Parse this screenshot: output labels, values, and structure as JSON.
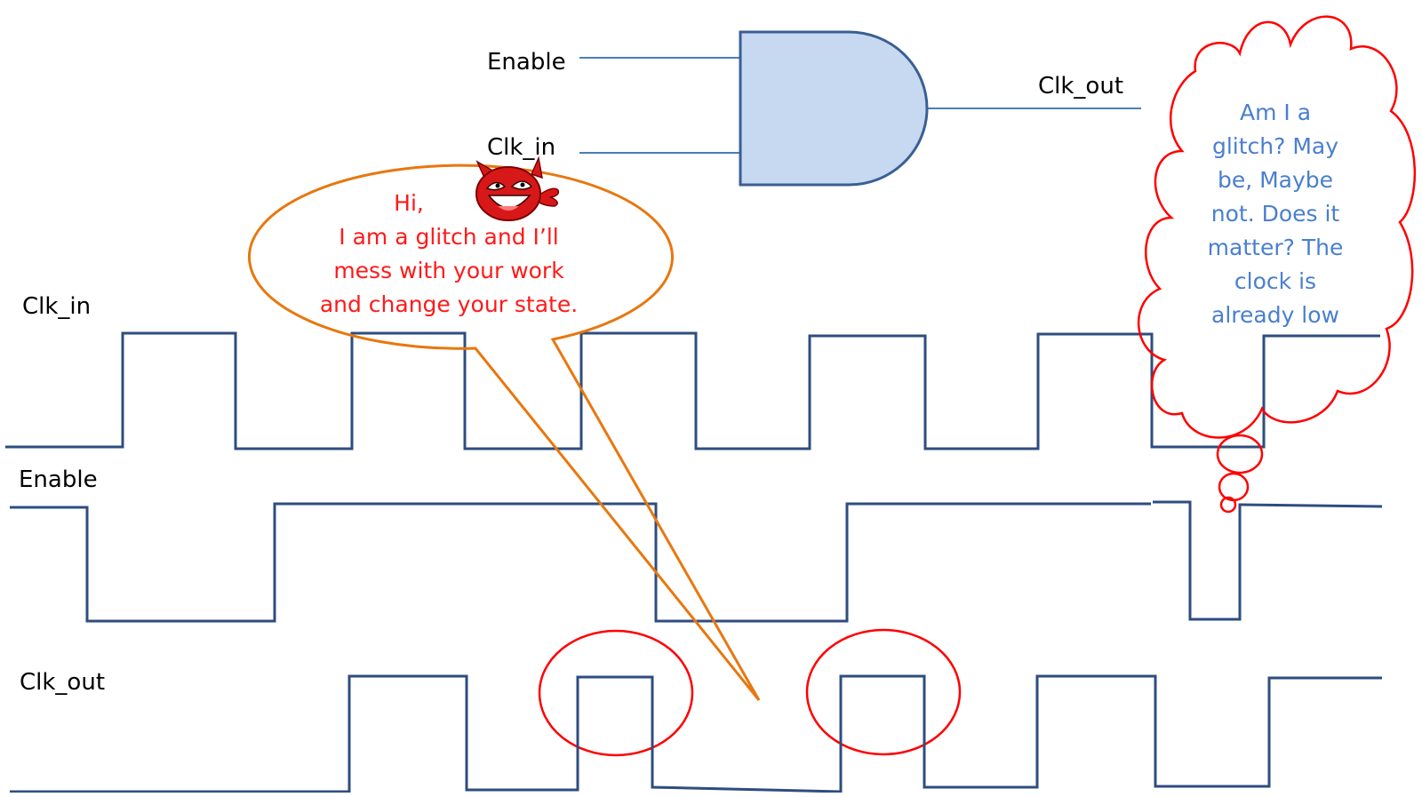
{
  "gate": {
    "input_enable": "Enable",
    "input_clk": "Clk_in",
    "output": "Clk_out"
  },
  "waveforms": {
    "clk_in_label": "Clk_in",
    "enable_label": "Enable",
    "clk_out_label": "Clk_out"
  },
  "speech_bubble": {
    "lines": [
      "Hi,",
      "I am a glitch and I’ll",
      "mess with your work",
      "and change your state."
    ]
  },
  "thought_bubble": {
    "lines": [
      "Am I a",
      "glitch? May",
      "be, Maybe",
      "not. Does it",
      "matter? The",
      "clock is",
      "already low"
    ]
  },
  "colors": {
    "wave": "#2e4d7f",
    "gate_fill": "#c6d9f1",
    "gate_stroke": "#3a5f94",
    "wire": "#4a7ebb",
    "speech_stroke": "#e8770e",
    "speech_text": "#ff1a1a",
    "thought_stroke": "#ff0000",
    "thought_text": "#4a7fcf",
    "highlight_circle": "#ff0000"
  },
  "icons": {
    "devil": "devil-smiley-icon"
  }
}
